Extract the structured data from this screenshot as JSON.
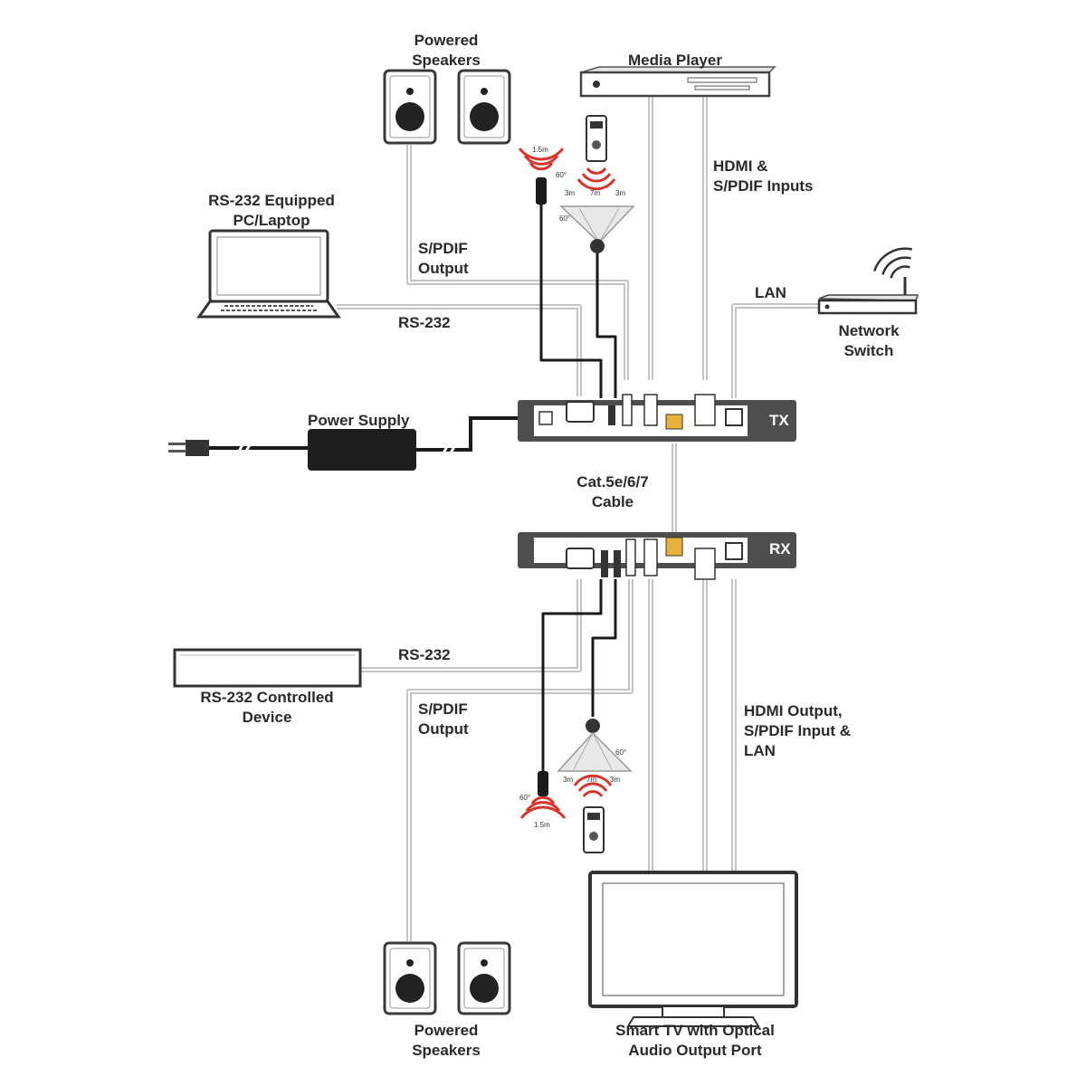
{
  "labels": {
    "powered_speakers_top": "Powered\nSpeakers",
    "media_player": "Media Player",
    "hdmi_spdif_inputs": "HDMI &\nS/PDIF Inputs",
    "rs232_pc_laptop": "RS-232 Equipped\nPC/Laptop",
    "spdif_output_top": "S/PDIF\nOutput",
    "rs232_top": "RS-232",
    "lan": "LAN",
    "network_switch": "Network\nSwitch",
    "power_supply": "Power Supply",
    "tx": "TX",
    "cat_cable": "Cat.5e/6/7\nCable",
    "rx": "RX",
    "rs232_bottom": "RS-232",
    "rs232_controlled_device": "RS-232 Controlled\nDevice",
    "spdif_output_bottom": "S/PDIF\nOutput",
    "hdmi_output_spdif_input_lan": "HDMI Output,\nS/PDIF Input &\nLAN",
    "powered_speakers_bottom": "Powered\nSpeakers",
    "smart_tv": "Smart TV with Optical\nAudio Output Port"
  },
  "ir_specs": {
    "eye_range_top": "1.5m",
    "eye_angle_top": "60°",
    "blaster_left_top": "3m",
    "blaster_center_top": "7m",
    "blaster_right_top": "3m",
    "blaster_angle_top": "60°",
    "eye_range_bottom": "1.5m",
    "eye_angle_bottom": "60°",
    "blaster_left_bottom": "3m",
    "blaster_center_bottom": "7m",
    "blaster_right_bottom": "3m",
    "blaster_angle_bottom": "60°"
  },
  "colors": {
    "cable": "#c8c8c8",
    "device_dark": "#4a4a4a",
    "ir_wave": "#d9342b",
    "ink": "#2a2a2a"
  }
}
